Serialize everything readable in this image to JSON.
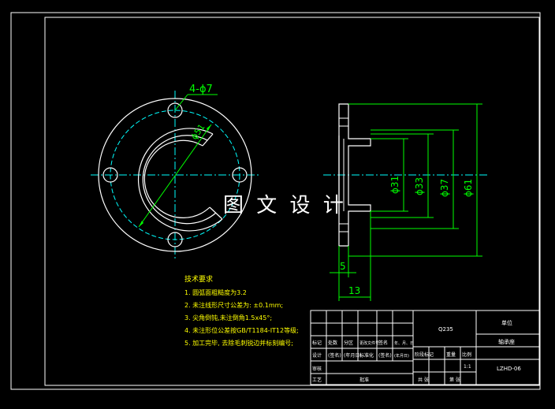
{
  "drawing": {
    "hole_callout": "4-ϕ7",
    "bolt_circle_dim": "ϕ51",
    "dims_vertical": [
      "ϕ31",
      "ϕ33",
      "ϕ37",
      "ϕ61"
    ],
    "dim_flange_thickness": "5",
    "dim_total_length": "13",
    "watermark": "图 文 设 计"
  },
  "notes": {
    "title": "技术要求",
    "items": [
      "1. 圆弧面粗糙度为3.2",
      "2. 未注线形尺寸公差为: ±0.1mm;",
      "3. 尖角倒钝,未注倒角1.5x45°;",
      "4. 未注形位公差按GB/T1184-IT12等级;",
      "5. 加工完毕, 去除毛刺锐边并标刻编号;"
    ]
  },
  "title_block": {
    "material": "Q235",
    "unit": "单位",
    "part_name": "轴承座",
    "drawing_no": "LZHD-06",
    "scale": "1:1",
    "row_headers": [
      "标记",
      "处数",
      "分区",
      "更改文件号",
      "签名",
      "年、月、日"
    ],
    "row_headers2": [
      "设计",
      "(签名)",
      "(年月日)",
      "标准化",
      "(签名)",
      "(年月日)"
    ],
    "mid_headers": [
      "阶段标记",
      "重量",
      "比例"
    ],
    "bottom": [
      "审核",
      "工艺",
      "批准",
      "共 张",
      "第 张"
    ]
  },
  "colors": {
    "background": "#000000",
    "frame": "#ffffff",
    "outline": "#ffffff",
    "center_line": "#00ffff",
    "dimension": "#00ff00",
    "notes_text": "#ffff00",
    "watermark": "#ffffff"
  }
}
